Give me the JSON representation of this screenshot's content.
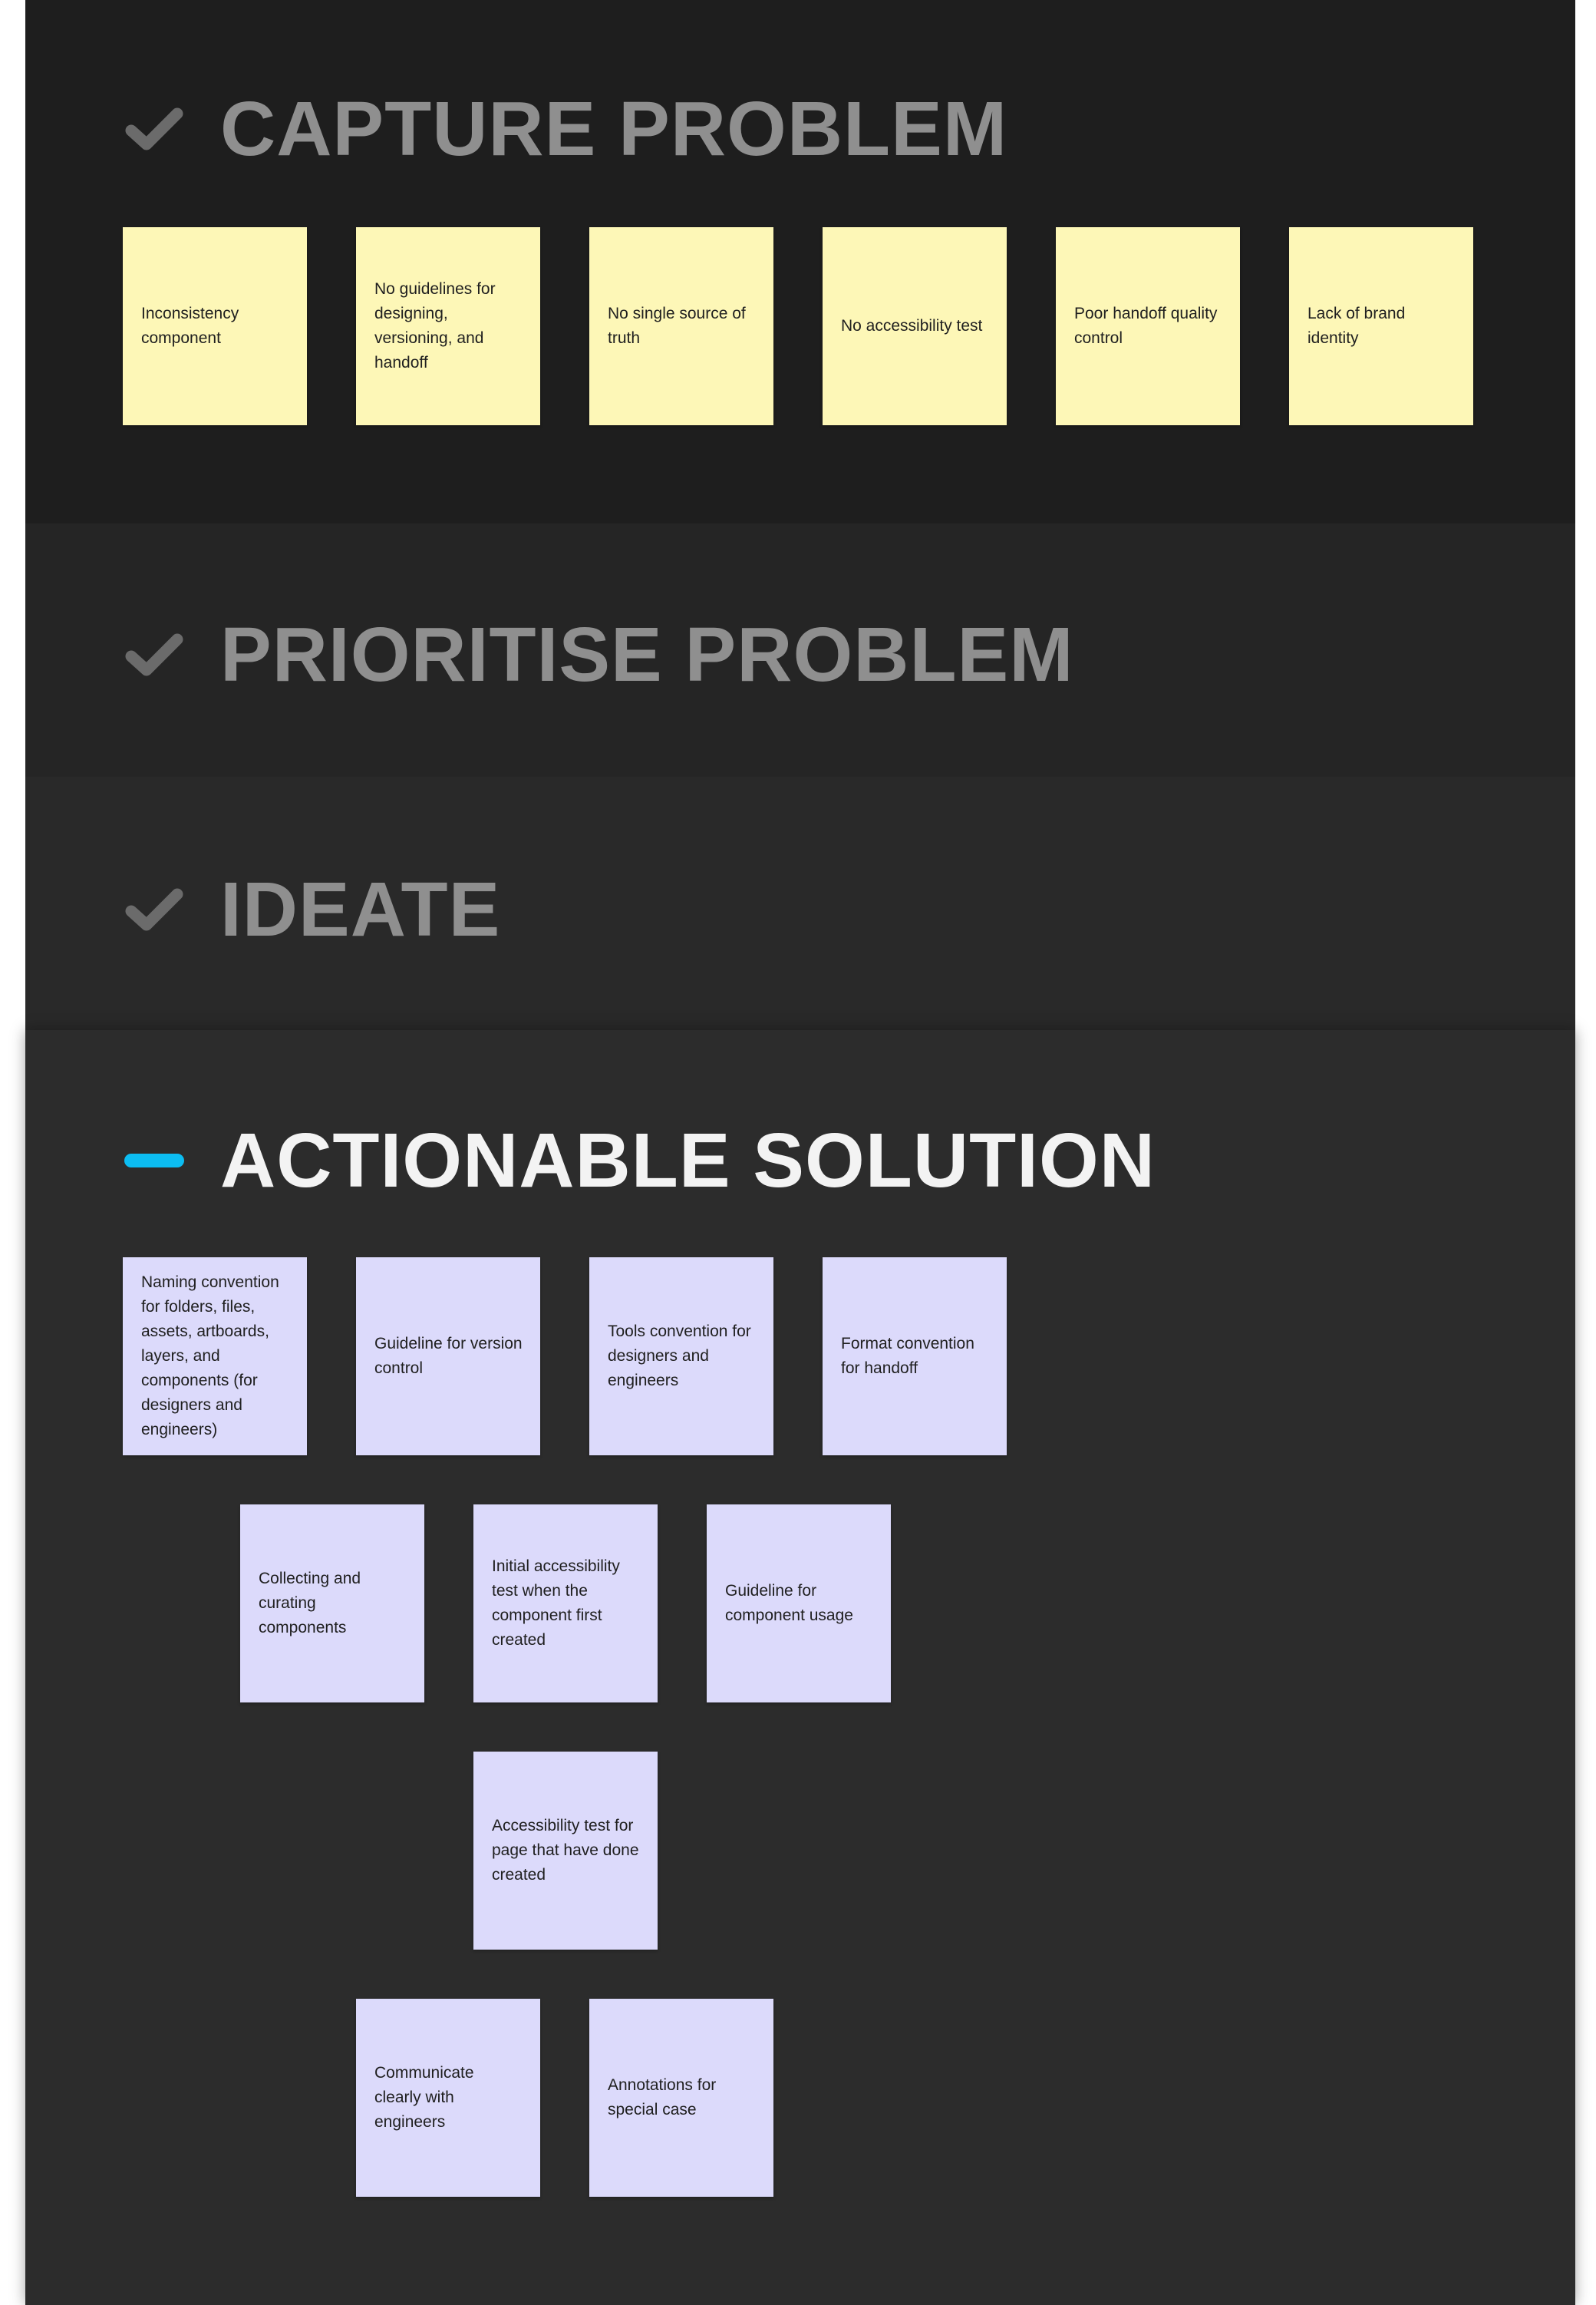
{
  "sections": {
    "capture": {
      "title": "CAPTURE PROBLEM",
      "status_icon": "check-icon"
    },
    "prioritise": {
      "title": "PRIORITISE PROBLEM",
      "status_icon": "check-icon"
    },
    "ideate": {
      "title": "IDEATE",
      "status_icon": "check-icon"
    },
    "actionable": {
      "title": "ACTIONABLE SOLUTION",
      "status_icon": "dash-icon"
    }
  },
  "colors": {
    "problem_note": "#fdf7b7",
    "solution_note": "#dcdafb",
    "active_accent": "#0cbdf2",
    "completed_heading": "#8f8f8f",
    "active_heading": "#f3f3f3"
  },
  "problem_notes": [
    "Inconsistency component",
    "No guidelines for designing, versioning, and handoff",
    "No single source of truth",
    "No accessibility test",
    "Poor handoff quality control",
    "Lack of brand identity"
  ],
  "solution_notes": [
    "Naming convention for folders, files, assets, artboards, layers, and components (for designers and engineers)",
    "Guideline for version control",
    "Tools convention for designers and engineers",
    "Format convention for handoff",
    "Collecting and curating components",
    "Initial accessibility test when the component first created",
    "Guideline for component usage",
    "Accessibility test for page that have done created",
    "Communicate clearly with engineers",
    "Annotations for special case"
  ]
}
